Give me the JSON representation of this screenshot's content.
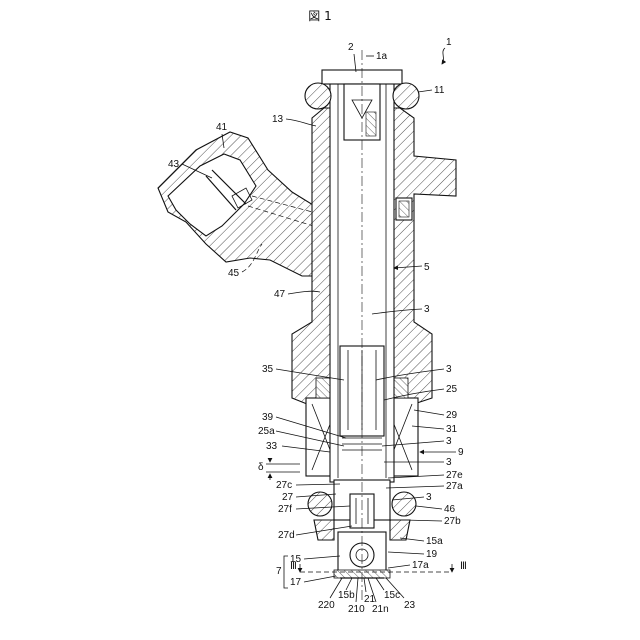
{
  "figure": {
    "title": "図 1",
    "ref_main": "1"
  },
  "labels": {
    "l2": "2",
    "l1a": "1a",
    "l11": "11",
    "l13": "13",
    "l41": "41",
    "l43": "43",
    "l45": "45",
    "l47": "47",
    "l5": "5",
    "l3_upper": "3",
    "l35": "35",
    "l3_mid": "3",
    "l25": "25",
    "l39": "39",
    "l29": "29",
    "l31": "31",
    "l25a": "25a",
    "l3_low": "3",
    "l33": "33",
    "l9": "9",
    "l3_inner": "3",
    "l_delta": "δ",
    "l27e": "27e",
    "l27a": "27a",
    "l27c": "27c",
    "l27": "27",
    "l3_ring": "3",
    "l46": "46",
    "l27f": "27f",
    "l27b": "27b",
    "l27d": "27d",
    "l15a": "15a",
    "l15": "15",
    "l19": "19",
    "l7": "7",
    "l17a": "17a",
    "l17": "17",
    "l_sec_left": "Ⅲ",
    "l_sec_right": "Ⅲ",
    "l220": "220",
    "l15b": "15b",
    "l210": "210",
    "l21": "21",
    "l21n": "21n",
    "l15c": "15c",
    "l23": "23"
  }
}
